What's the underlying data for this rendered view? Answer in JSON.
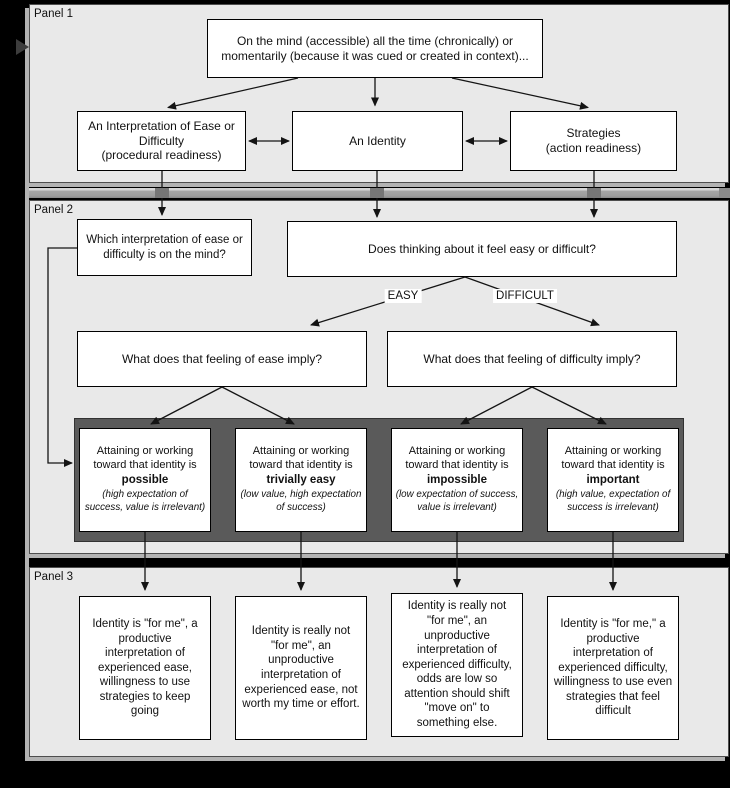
{
  "panels": {
    "panel1": {
      "label": "Panel 1",
      "on_the_mind_box": "On the mind (accessible) all the time (chronically) or\nmomentarily (because it was cued or created in context)...",
      "interpretation_box": "An Interpretation of Ease or\nDifficulty\n(procedural readiness)",
      "identity_box": "An Identity",
      "strategies_box": "Strategies\n(action readiness)"
    },
    "panel2": {
      "label": "Panel 2",
      "which_interpretation_box": "Which interpretation of ease or\ndifficulty is on the mind?",
      "easy_or_difficult_box": "Does thinking about it feel easy or difficult?",
      "easy_branch_label": "EASY",
      "difficult_branch_label": "DIFFICULT",
      "ease_imply_box": "What does that feeling of ease imply?",
      "difficulty_imply_box": "What does that feeling of difficulty imply?",
      "outcome_boxes": [
        {
          "lead": "Attaining or working\ntoward that identity is",
          "keyword": "possible",
          "qualifier": "(high expectation of\nsuccess, value is irrelevant)"
        },
        {
          "lead": "Attaining or working\ntoward that identity is",
          "keyword": "trivially easy",
          "qualifier": "(low value, high expectation\nof success)"
        },
        {
          "lead": "Attaining or working\ntoward that identity is",
          "keyword": "impossible",
          "qualifier": "(low expectation of success,\nvalue is irrelevant)"
        },
        {
          "lead": "Attaining or working\ntoward that identity is",
          "keyword": "important",
          "qualifier": "(high value, expectation of\nsuccess is irrelevant)"
        }
      ]
    },
    "panel3": {
      "label": "Panel 3",
      "conclusion_boxes": [
        "Identity is \"for me\", a\nproductive\ninterpretation of\nexperienced ease,\nwillingness to use\nstrategies to keep\ngoing",
        "Identity is really not\n\"for me\", an\nunproductive\ninterpretation of\nexperienced ease, not\nworth my time or effort.",
        "Identity is really not\n\"for me\", an\nunproductive\ninterpretation of\nexperienced difficulty,\nodds are low so\nattention should shift\n\"move on\" to\nsomething else.",
        "Identity is \"for me,\" a\nproductive\ninterpretation of\nexperienced difficulty,\nwillingness to use even\nstrategies that feel\ndifficult"
      ]
    }
  },
  "colors": {
    "background": "#000000",
    "panel_fill": "#e9e9e9",
    "outcome_band_fill": "#5a5a5a",
    "divider_bar": "#9c9c9c",
    "box_fill": "#ffffff",
    "connector_line": "#141414"
  }
}
